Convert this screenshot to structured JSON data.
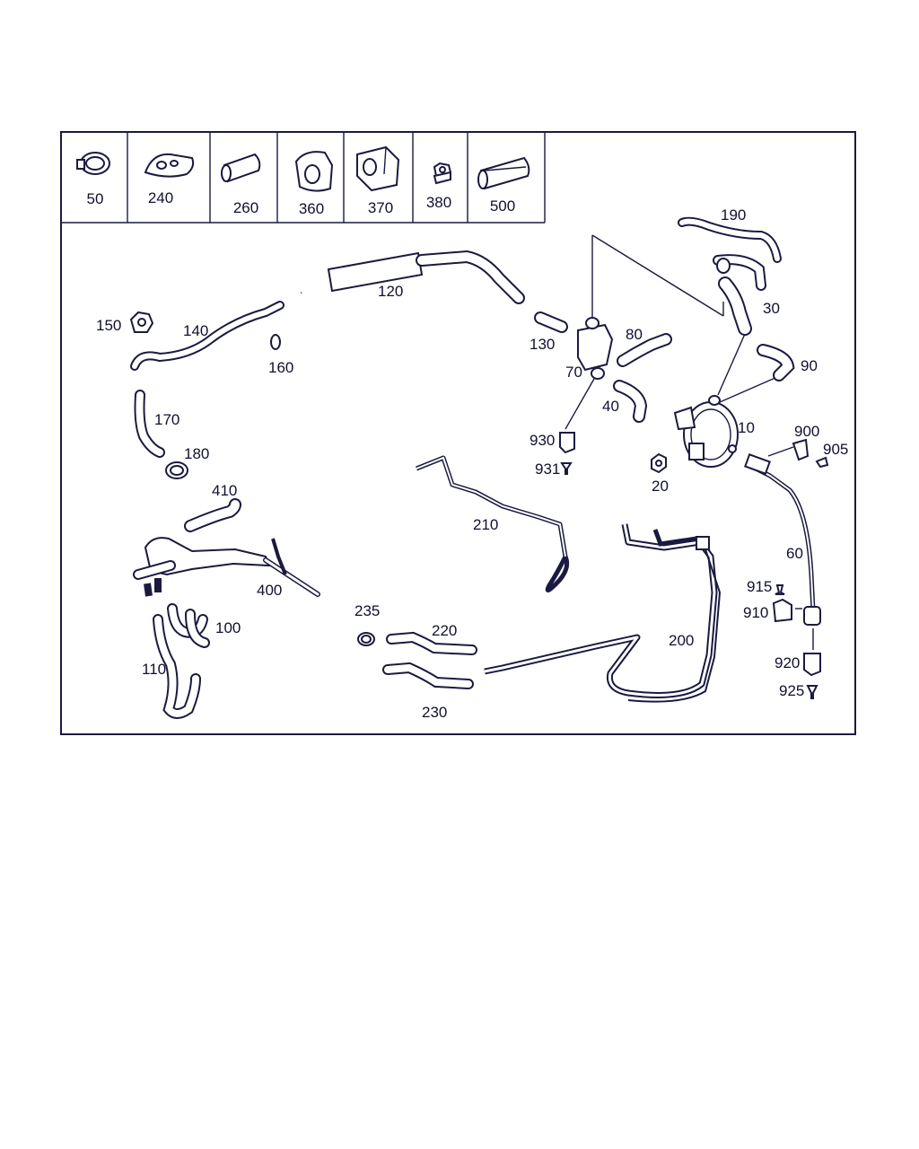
{
  "legend_parts": [
    "50",
    "240",
    "260",
    "360",
    "370",
    "380",
    "500"
  ],
  "parts": {
    "p10": "10",
    "p20": "20",
    "p30": "30",
    "p40": "40",
    "p60": "60",
    "p70": "70",
    "p80": "80",
    "p90": "90",
    "p100": "100",
    "p110": "110",
    "p120": "120",
    "p130": "130",
    "p140": "140",
    "p150": "150",
    "p160": "160",
    "p170": "170",
    "p180": "180",
    "p190": "190",
    "p200": "200",
    "p210": "210",
    "p220": "220",
    "p230": "230",
    "p235": "235",
    "p400": "400",
    "p410": "410",
    "p900": "900",
    "p905": "905",
    "p910": "910",
    "p915": "915",
    "p920": "920",
    "p925": "925",
    "p930": "930",
    "p931": "931"
  },
  "colors": {
    "line": "#1a1a40",
    "frame": "#1a1a40",
    "text": "#101030"
  }
}
